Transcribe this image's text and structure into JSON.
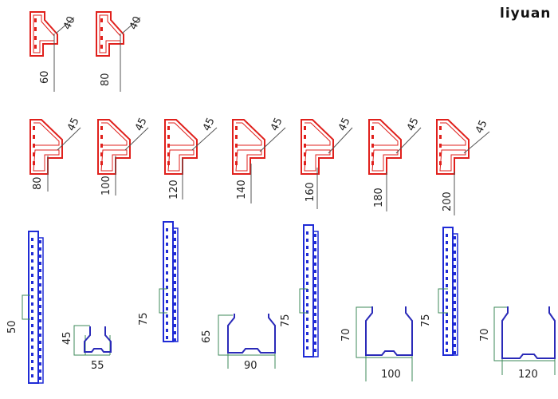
{
  "brand": "liyuan",
  "colors": {
    "beam": "#e0201c",
    "upright": "#1f2bd6",
    "section": "#2a2ab8",
    "dim_green": "#3c8a58"
  },
  "beams_small": [
    {
      "height": "60",
      "depth": "40"
    },
    {
      "height": "80",
      "depth": "40"
    }
  ],
  "beams_large": [
    {
      "height": "80",
      "depth": "45"
    },
    {
      "height": "100",
      "depth": "45"
    },
    {
      "height": "120",
      "depth": "45"
    },
    {
      "height": "140",
      "depth": "45"
    },
    {
      "height": "160",
      "depth": "45"
    },
    {
      "height": "180",
      "depth": "45"
    },
    {
      "height": "200",
      "depth": "45"
    }
  ],
  "uprights": [
    {
      "face": "50",
      "depth": "45",
      "width": "55"
    },
    {
      "face": "75",
      "depth": "65",
      "width": "90"
    },
    {
      "face": "75",
      "depth": "70",
      "width": "100"
    },
    {
      "face": "75",
      "depth": "70",
      "width": "120"
    }
  ]
}
